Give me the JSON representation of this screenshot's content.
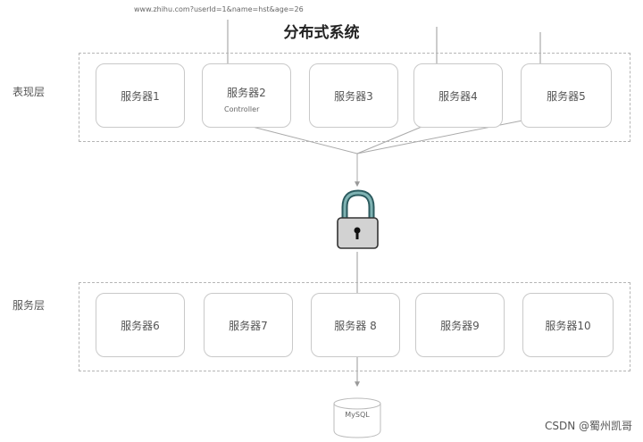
{
  "title": "分布式系统",
  "request_url": "www.zhihu.com?userId=1&name=hst&age=26",
  "presentation_layer": {
    "label": "表现层",
    "servers": [
      "服务器1",
      "服务器2",
      "服务器3",
      "服务器4",
      "服务器5"
    ],
    "server2_sublabel": "Controller"
  },
  "service_layer": {
    "label": "服务层",
    "servers": [
      "服务器6",
      "服务器7",
      "服务器 8",
      "服务器9",
      "服务器10"
    ]
  },
  "database": {
    "label": "MySQL"
  },
  "lock": {
    "icon": "padlock-icon"
  },
  "watermark": "CSDN @蜀州凯哥"
}
